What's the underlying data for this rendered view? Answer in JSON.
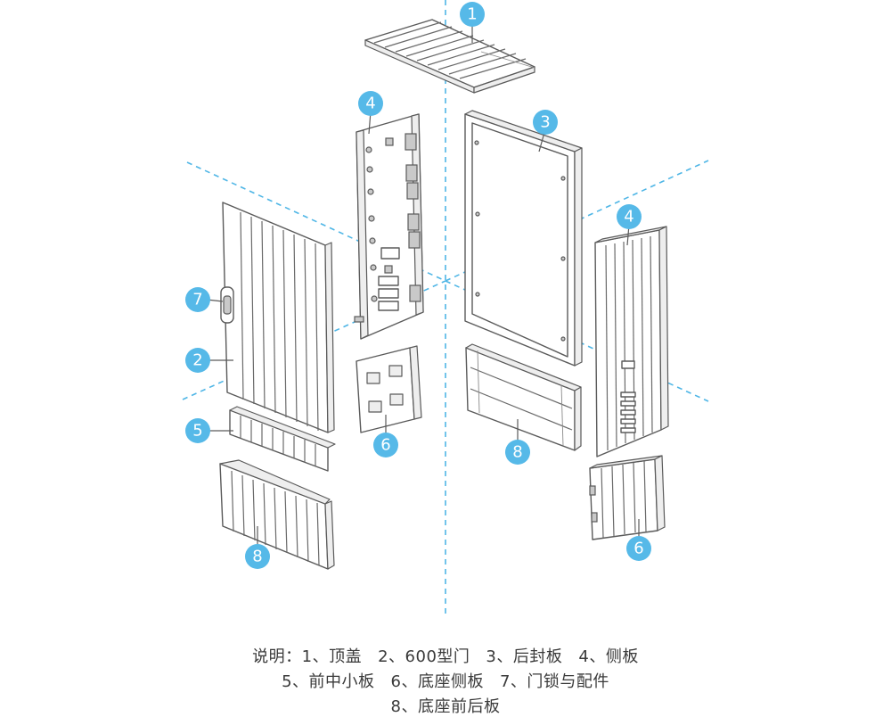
{
  "callouts": {
    "c1": "1",
    "c2": "2",
    "c3": "3",
    "c4a": "4",
    "c4b": "4",
    "c5": "5",
    "c6a": "6",
    "c6b": "6",
    "c7": "7",
    "c8a": "8",
    "c8b": "8"
  },
  "caption": {
    "prefix": "说明：",
    "items": [
      "1、顶盖",
      "2、600型门",
      "3、后封板",
      "4、侧板",
      "5、前中小板",
      "6、底座侧板",
      "7、门锁与配件",
      "8、底座前后板"
    ]
  },
  "colors": {
    "callout": "#56b9e8",
    "axis": "#4fb6e6",
    "line": "#5a5a5a"
  }
}
